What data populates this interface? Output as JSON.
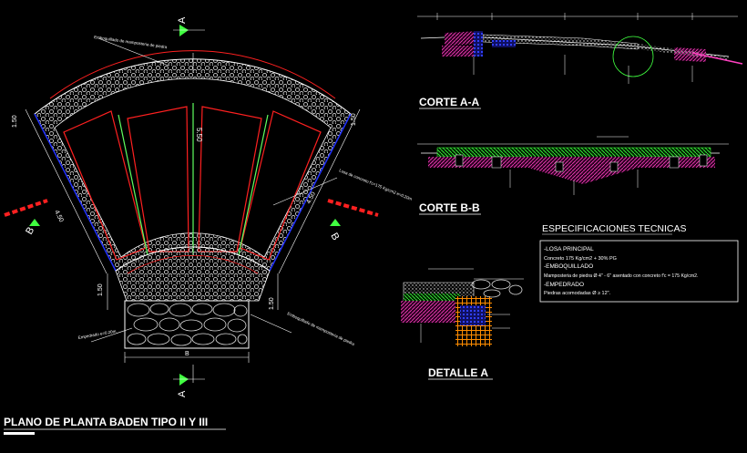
{
  "colors": {
    "background": "#000000",
    "panel_outline": "#ff2020",
    "hex_fill": "#ffffff",
    "side_line": "#2030ff",
    "green_line": "#60ff60",
    "marker_red": "#ff2020",
    "marker_green": "#40ff40",
    "section_pink": "#ff40c0",
    "section_green": "#40ff40",
    "section_orange": "#ff8c00"
  },
  "plan": {
    "title": "PLANO DE PLANTA BADEN TIPO II Y  III",
    "section_marker_top": "A",
    "section_marker_bottom": "A",
    "section_marker_left": "B",
    "section_marker_right": "B",
    "dim_left_top": "1.50",
    "dim_left_mid": "4.50",
    "dim_left_bottom": "1.50",
    "dim_right_mid": "4.50",
    "dim_right_bottom": "1.50",
    "dim_center": "5.50",
    "dim_bottom_width": "B",
    "note_top": "Emboquillado de mamposteria de piedra",
    "note_right": "Losa de concreto f'c=175 Kg/cm2 e=0.20m",
    "note_bottom_left": "Empedrado e=0.20m",
    "note_bottom_right": "Emboquillado de mamposteria de piedra"
  },
  "sections": {
    "corte_aa": "CORTE A-A",
    "corte_bb": "CORTE B-B",
    "detalle_a": "DETALLE A"
  },
  "specs": {
    "title": "ESPECIFICACIONES TECNICAS",
    "lines": [
      "-LOSA PRINCIPAL",
      "Concreto 175 Kg/cm2 + 30% PG",
      "-EMBOQUILLADO",
      "Mamposteria de piedra Ø 4\" - 6\" asentado con concreto f'c = 175 Kg/cm2.",
      "-EMPEDRADO",
      "Piedras acomodadas Ø  ≥  12\"."
    ]
  }
}
